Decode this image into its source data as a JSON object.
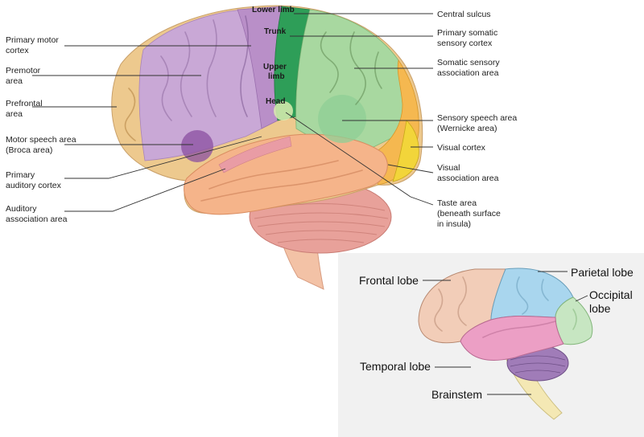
{
  "main_diagram": {
    "labels_left": {
      "primary_motor_1": "Primary motor",
      "primary_motor_2": "cortex",
      "premotor_1": "Premotor",
      "premotor_2": "area",
      "prefrontal_1": "Prefrontal",
      "prefrontal_2": "area",
      "broca_1": "Motor speech area",
      "broca_2": "(Broca area)",
      "auditory_1": "Primary",
      "auditory_2": "auditory cortex",
      "auditory_assoc_1": "Auditory",
      "auditory_assoc_2": "association area"
    },
    "labels_right": {
      "central_sulcus": "Central sulcus",
      "somatic_1": "Primary somatic",
      "somatic_2": "sensory cortex",
      "somatic_assoc_1": "Somatic sensory",
      "somatic_assoc_2": "association area",
      "wernicke_1": "Sensory speech area",
      "wernicke_2": "(Wernicke area)",
      "visual_cortex": "Visual cortex",
      "visual_assoc_1": "Visual",
      "visual_assoc_2": "association area",
      "taste_1": "Taste area",
      "taste_2": "(beneath surface",
      "taste_3": "in insula)"
    },
    "labels_inner": {
      "lower_limb": "Lower limb",
      "trunk": "Trunk",
      "upper_1": "Upper",
      "upper_2": "limb",
      "head": "Head"
    },
    "colors": {
      "motor": "#b98fc8",
      "premotor": "#c9a8d6",
      "prefrontal": "#edc98e",
      "sensory": "#2e9e58",
      "sensory_assoc": "#a8d8a0",
      "visual": "#f2c230",
      "temporal": "#f5b48a",
      "cerebellum": "#e8a19a"
    }
  },
  "inset_diagram": {
    "frontal": "Frontal lobe",
    "parietal": "Parietal lobe",
    "occipital_1": "Occipital",
    "occipital_2": "lobe",
    "temporal": "Temporal lobe",
    "brainstem": "Brainstem",
    "colors": {
      "frontal": "#f2cdb8",
      "parietal": "#a9d6ee",
      "occipital": "#c7e6c2",
      "temporal": "#ec9fc5",
      "cerebellum": "#a07cb8",
      "brainstem": "#f4e8b4"
    }
  }
}
